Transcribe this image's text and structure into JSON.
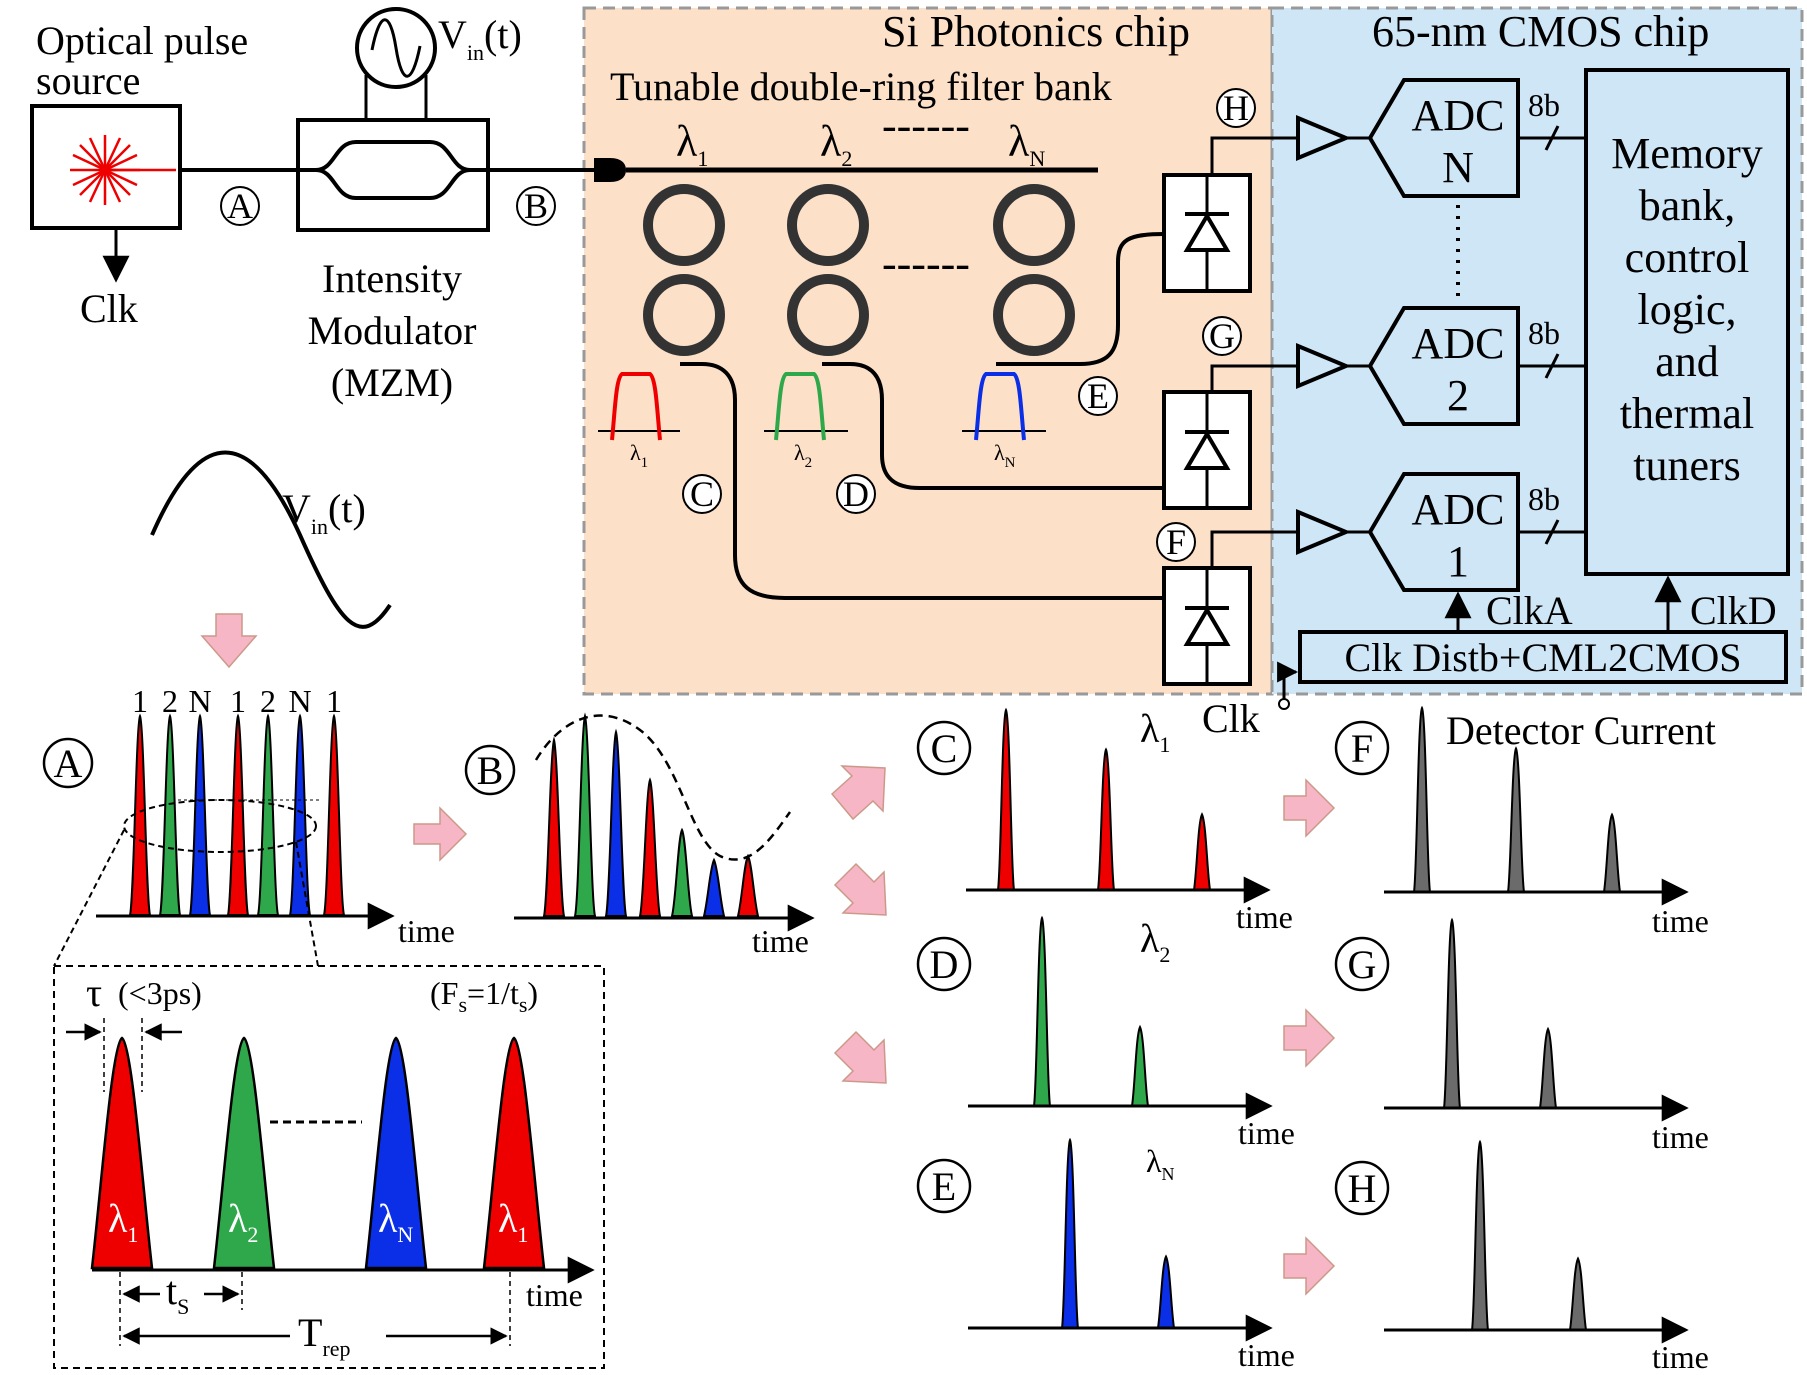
{
  "colors": {
    "red": "#ee0000",
    "green": "#2fa84b",
    "blue": "#0a2fe6",
    "gray": "#6b6b6b",
    "pink": "#f7b6c6",
    "photonics_bg": "#fce0c8",
    "cmos_bg": "#cfe6f7"
  },
  "source": {
    "title_line1": "Optical pulse",
    "title_line2": "source",
    "clk": "Clk"
  },
  "modulator": {
    "vin_base": "V",
    "vin_sub": "in",
    "vin_suffix": "(t)",
    "label_line1": "Intensity",
    "label_line2": "Modulator",
    "label_line3": "(MZM)"
  },
  "points": {
    "A": "A",
    "B": "B",
    "C": "C",
    "D": "D",
    "E": "E",
    "F": "F",
    "G": "G",
    "H": "H"
  },
  "photonics": {
    "title": "Si Photonics chip",
    "filter_bank": "Tunable double-ring filter bank",
    "lambda": "λ",
    "sub_1": "1",
    "sub_2": "2",
    "sub_N": "N",
    "dashes": "------"
  },
  "cmos": {
    "title": "65-nm CMOS chip",
    "adc": "ADC",
    "adc_n": "N",
    "adc_2": "2",
    "adc_1": "1",
    "bits": "8b",
    "memory_lines": [
      "Memory",
      "bank,",
      "control",
      "logic,",
      "and",
      "thermal",
      "tuners"
    ],
    "clka": "ClkA",
    "clkd": "ClkD",
    "clk_distb": "Clk Distb+CML2CMOS",
    "clk_in": "Clk"
  },
  "waveforms": {
    "vin_base": "V",
    "vin_sub": "in",
    "vin_suffix": "(t)",
    "pulse_order": [
      "1",
      "2",
      "N",
      "1",
      "2",
      "N",
      "1"
    ],
    "time": "time",
    "detector_current": "Detector Current"
  },
  "detail": {
    "tau": "τ",
    "tau_note": "(<3ps)",
    "fs_open": "(F",
    "fs_sub": "s",
    "fs_mid": "=1/t",
    "fs_sub2": "s",
    "fs_close": ")",
    "ts": "t",
    "ts_sub": "S",
    "trep": "T",
    "trep_sub": "rep"
  },
  "chart_data": [
    {
      "type": "bar",
      "name": "C",
      "label": "λ1",
      "values": [
        1.0,
        0.78,
        0.42
      ],
      "color": "red"
    },
    {
      "type": "bar",
      "name": "D",
      "label": "λ2",
      "values": [
        1.0,
        0.42
      ],
      "color": "green"
    },
    {
      "type": "bar",
      "name": "E",
      "label": "λN",
      "values": [
        1.0,
        0.38
      ],
      "color": "blue"
    },
    {
      "type": "bar",
      "name": "F",
      "values": [
        1.0,
        0.78,
        0.42
      ],
      "color": "gray"
    },
    {
      "type": "bar",
      "name": "G",
      "values": [
        1.0,
        0.42
      ],
      "color": "gray"
    },
    {
      "type": "bar",
      "name": "H",
      "values": [
        1.0,
        0.38
      ],
      "color": "gray"
    }
  ]
}
